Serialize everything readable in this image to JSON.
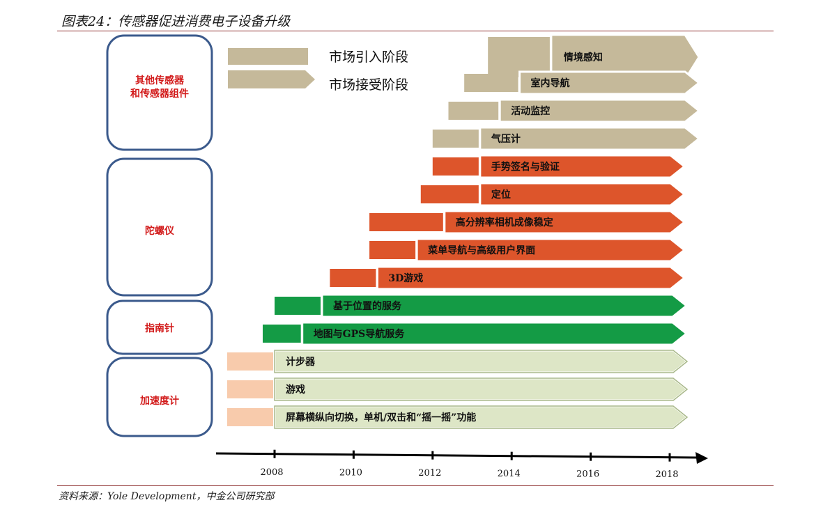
{
  "title": "图表24：传感器促进消费电子设备升级",
  "source": "资料来源：Yole Development，中金公司研究部",
  "legend": {
    "intro": "市场引入阶段",
    "accept": "市场接受阶段"
  },
  "colors": {
    "beige": "#c5b99a",
    "orange": "#dd552b",
    "green": "#149b45",
    "lightgreen": "#dde6c6",
    "peach": "#f8cbac",
    "border": "#3b5a8c",
    "category_text": "#d21a1a"
  },
  "categories": [
    {
      "label_lines": [
        "其他传感器",
        "和传感器组件"
      ]
    },
    {
      "label_lines": [
        "陀螺仪"
      ]
    },
    {
      "label_lines": [
        "指南针"
      ]
    },
    {
      "label_lines": [
        "加速度计"
      ]
    }
  ],
  "chart_data": {
    "type": "timeline",
    "x_ticks": [
      2008,
      2010,
      2012,
      2014,
      2016,
      2018
    ],
    "rows": [
      {
        "label": "情境感知",
        "color": "beige",
        "intro_start": 2013.4,
        "accept_start": 2015.0
      },
      {
        "label": "室内导航",
        "color": "beige",
        "intro_start": 2012.8,
        "accept_start": 2014.2
      },
      {
        "label": "活动监控",
        "color": "beige",
        "intro_start": 2012.4,
        "accept_start": 2013.7
      },
      {
        "label": "气压计",
        "color": "beige",
        "intro_start": 2012.0,
        "accept_start": 2013.2
      },
      {
        "label": "手势签名与验证",
        "color": "orange",
        "intro_start": 2012.0,
        "accept_start": 2013.2
      },
      {
        "label": "定位",
        "color": "orange",
        "intro_start": 2011.7,
        "accept_start": 2013.2
      },
      {
        "label": "高分辨率相机成像稳定",
        "color": "orange",
        "intro_start": 2010.4,
        "accept_start": 2012.3
      },
      {
        "label": "菜单导航与高级用户界面",
        "color": "orange",
        "intro_start": 2010.4,
        "accept_start": 2011.6
      },
      {
        "label": "3D游戏",
        "color": "orange",
        "intro_start": 2009.4,
        "accept_start": 2010.6
      },
      {
        "label": "基于位置的服务",
        "color": "green",
        "intro_start": 2008.0,
        "accept_start": 2009.2
      },
      {
        "label": "地图与GPS导航服务",
        "color": "green",
        "intro_start": 2007.7,
        "accept_start": 2008.7
      },
      {
        "label": "计步器",
        "color": "lightgreen",
        "intro_start": 2006.8,
        "accept_start": 2008.0
      },
      {
        "label": "游戏",
        "color": "lightgreen",
        "intro_start": 2006.8,
        "accept_start": 2008.0
      },
      {
        "label": "屏幕横纵向切换，单机/双击和“摇一摇”功能",
        "color": "lightgreen",
        "intro_start": 2006.8,
        "accept_start": 2008.0
      }
    ]
  }
}
